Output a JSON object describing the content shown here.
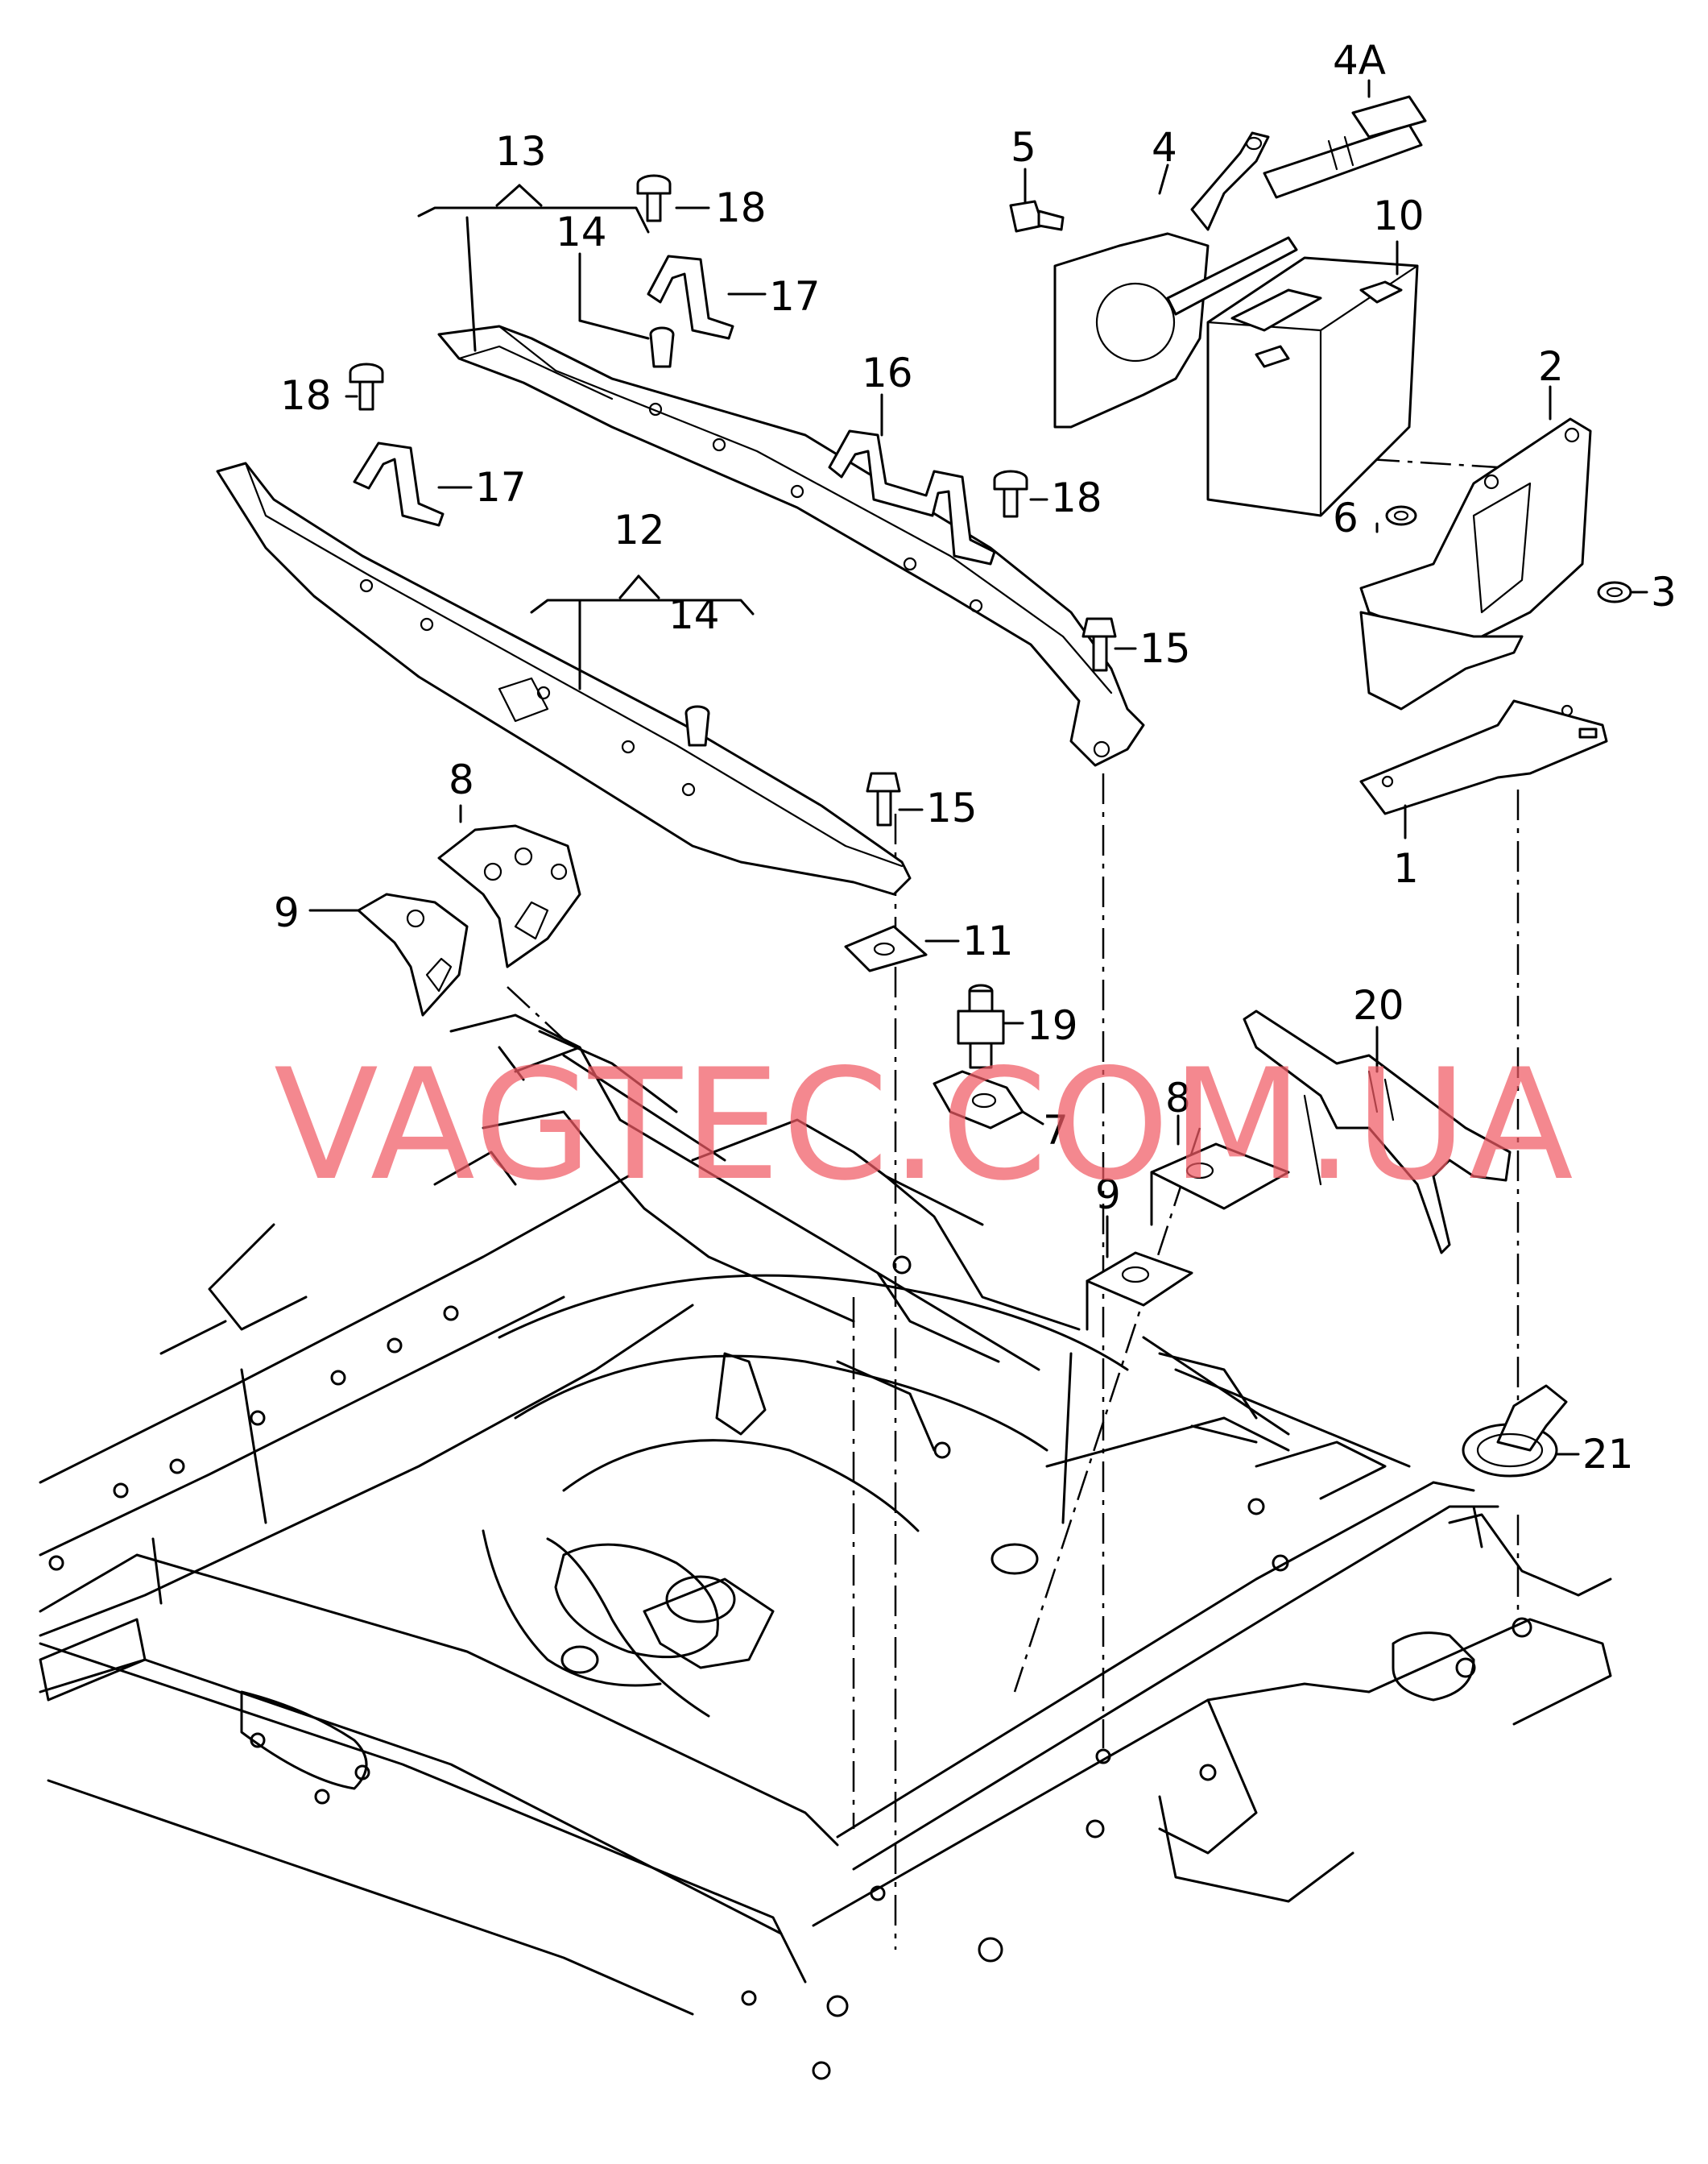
{
  "watermark": "VAGTEC.COM.UA",
  "callouts": [
    "13",
    "14",
    "18",
    "17",
    "12",
    "14",
    "18",
    "17",
    "16",
    "18",
    "15",
    "15",
    "4A",
    "5",
    "4",
    "10",
    "2",
    "6",
    "3",
    "1",
    "8",
    "9",
    "11",
    "19",
    "7",
    "20",
    "8",
    "9",
    "21"
  ]
}
